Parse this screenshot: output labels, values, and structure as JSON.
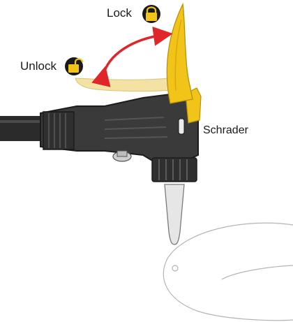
{
  "labels": {
    "lock": "Lock",
    "unlock": "Unlock",
    "valve": "Schrader"
  },
  "icons": {
    "lock": "padlock-closed-icon",
    "unlock": "padlock-open-icon",
    "arrow": "double-headed-curved-arrow-icon"
  },
  "colors": {
    "lever_locked": "#f2c318",
    "lever_unlocked": "#f3e2a3",
    "arrow": "#e0262a",
    "pump_head": "#3a3a3a",
    "hose": "#2b2b2b",
    "nozzle": "#e6e6e6",
    "tube_outline": "#b5b5b5"
  }
}
